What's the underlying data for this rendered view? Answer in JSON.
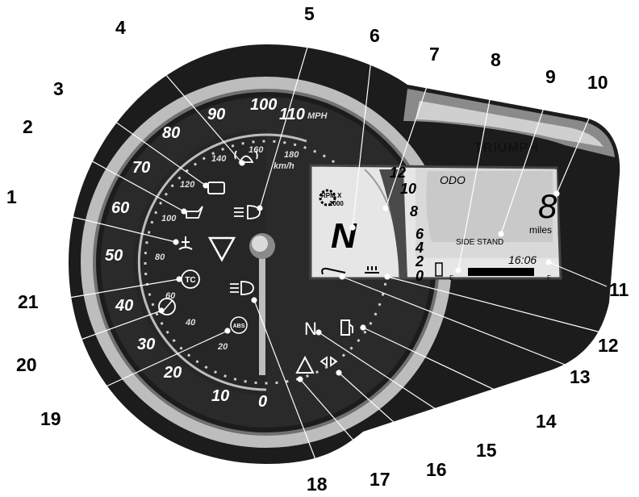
{
  "callouts": [
    "1",
    "2",
    "3",
    "4",
    "5",
    "6",
    "7",
    "8",
    "9",
    "10",
    "11",
    "12",
    "13",
    "14",
    "15",
    "16",
    "17",
    "18",
    "19",
    "20",
    "21"
  ],
  "speedometer": {
    "mph_labels": [
      "0",
      "10",
      "20",
      "30",
      "40",
      "50",
      "60",
      "70",
      "80",
      "90",
      "100",
      "110"
    ],
    "mph_unit": "MPH",
    "kmh_labels": [
      "20",
      "40",
      "60",
      "80",
      "100",
      "120",
      "140",
      "160",
      "180"
    ],
    "kmh_unit": "km/h"
  },
  "display": {
    "rpm_label": "RPM X",
    "rpm_scale": "1000",
    "gear": "N",
    "rpm_scale_values": [
      "0",
      "2",
      "4",
      "6",
      "8",
      "10",
      "12"
    ],
    "odo_label": "ODO",
    "trip_value": "8",
    "trip_unit": "miles",
    "side_stand": "SIDE STAND",
    "clock": "16:06",
    "fuel_empty": "E",
    "fuel_full": "F",
    "brand": "TRIUMPH"
  },
  "indicators": {
    "neutral": "N",
    "traction_control": "TC",
    "abs": "ABS"
  }
}
